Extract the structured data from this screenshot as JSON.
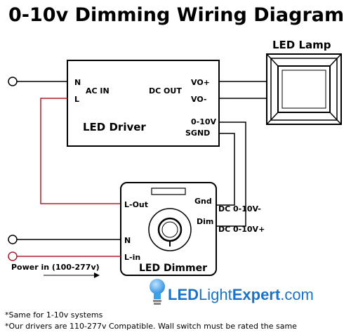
{
  "title": "0-10v Dimming Wiring Diagram",
  "lamp": {
    "label": "LED Lamp"
  },
  "driver": {
    "name": "LED Driver",
    "n_label": "N",
    "l_label": "L",
    "ac_in_label": "AC IN",
    "dc_out_label": "DC OUT",
    "vo_plus_label": "VO+",
    "vo_minus_label": "VO-",
    "dim_label": "0-10V",
    "sgnd_label": "SGND"
  },
  "dimmer": {
    "name": "LED Dimmer",
    "l_out_label": "L-Out",
    "n_label": "N",
    "l_in_label": "L-in",
    "gnd_label": "Gnd",
    "dim_label": "Dim"
  },
  "dc_minus_label": "DC 0-10V-",
  "dc_plus_label": "DC 0-10V+",
  "power_in_label": "Power in (100-277v)",
  "brand": {
    "part1": "LED",
    "part2": "Light",
    "part3": "Expert",
    "part4": ".com"
  },
  "notes": [
    "*Same for 1-10v systems",
    "*Our drivers are 110-277v Compatible. Wall switch must be rated the same"
  ],
  "colors": {
    "wire": "#000000",
    "live_wire": "#b11b2b",
    "brand_blue": "#1a73c9",
    "bulb_blue": "#3aa0e8"
  }
}
